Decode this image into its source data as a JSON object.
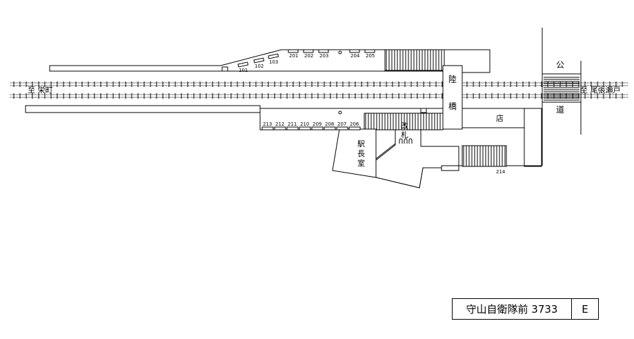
{
  "directions": {
    "left": "至 栄町",
    "right": "至 尾張瀬戸"
  },
  "labels": {
    "overpass": [
      "陸",
      "橋"
    ],
    "road": [
      "公",
      "道"
    ],
    "store": "店",
    "ticket_gate": [
      "改",
      "札"
    ],
    "station_office": [
      "駅",
      "長",
      "室"
    ]
  },
  "platform_north_numbers": [
    "101",
    "102",
    "103",
    "201",
    "202",
    "203",
    "204",
    "205"
  ],
  "platform_south_numbers": [
    "213",
    "212",
    "211",
    "210",
    "209",
    "208",
    "207",
    "206"
  ],
  "stair_number": "214",
  "footer": {
    "station": "守山自衛隊前 3733",
    "direction": "E"
  }
}
